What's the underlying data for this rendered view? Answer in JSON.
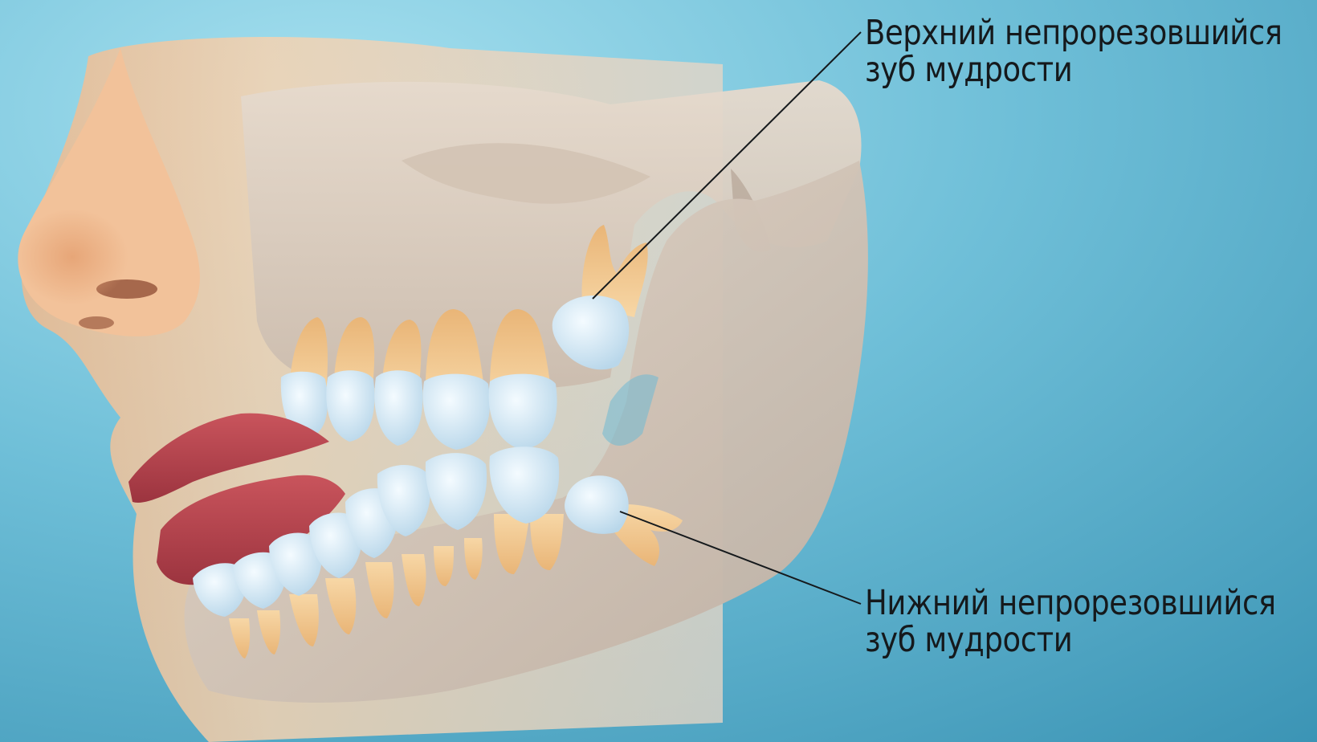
{
  "labels": {
    "upper": {
      "line1": "Верхний непрорезовшийся",
      "line2": "зуб мудрости"
    },
    "lower": {
      "line1": "Нижний непрорезовшийся",
      "line2": "зуб мудрости"
    }
  },
  "colors": {
    "background_light": "#8cd3e6",
    "background_dark": "#3e97b8",
    "skin": "#f3c9a1",
    "bone": "#d9cbbd",
    "lip": "#b8454f",
    "enamel": "#dcecf7",
    "root": "#f1c78e",
    "text": "#15191c"
  }
}
